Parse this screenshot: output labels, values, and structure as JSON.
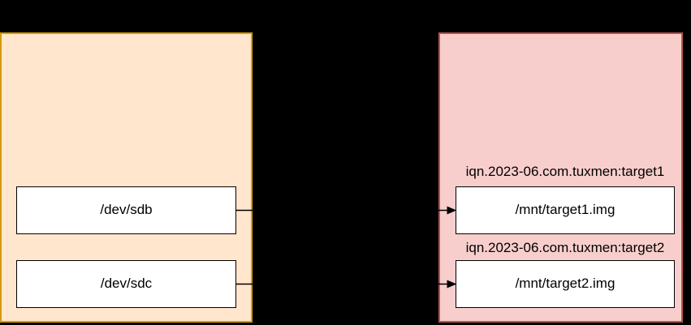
{
  "diagram": {
    "background": "#000000",
    "disk_group": {
      "fill": "#FFE6CC",
      "border_color": "#D79B00",
      "disks": [
        {
          "label": "/dev/sdb"
        },
        {
          "label": "/dev/sdc"
        }
      ]
    },
    "target_group": {
      "fill": "#F8CECC",
      "border_color": "#B85450",
      "targets": [
        {
          "iqn": "iqn.2023-06.com.tuxmen:target1",
          "image": "/mnt/target1.img"
        },
        {
          "iqn": "iqn.2023-06.com.tuxmen:target2",
          "image": "/mnt/target2.img"
        }
      ]
    },
    "connectors": [
      {
        "from": "/dev/sdb",
        "to": "/mnt/target1.img",
        "color": "#000000",
        "style": "solid-arrow-right"
      },
      {
        "from": "/dev/sdc",
        "to": "/mnt/target2.img",
        "color": "#000000",
        "style": "solid-arrow-right"
      }
    ]
  }
}
